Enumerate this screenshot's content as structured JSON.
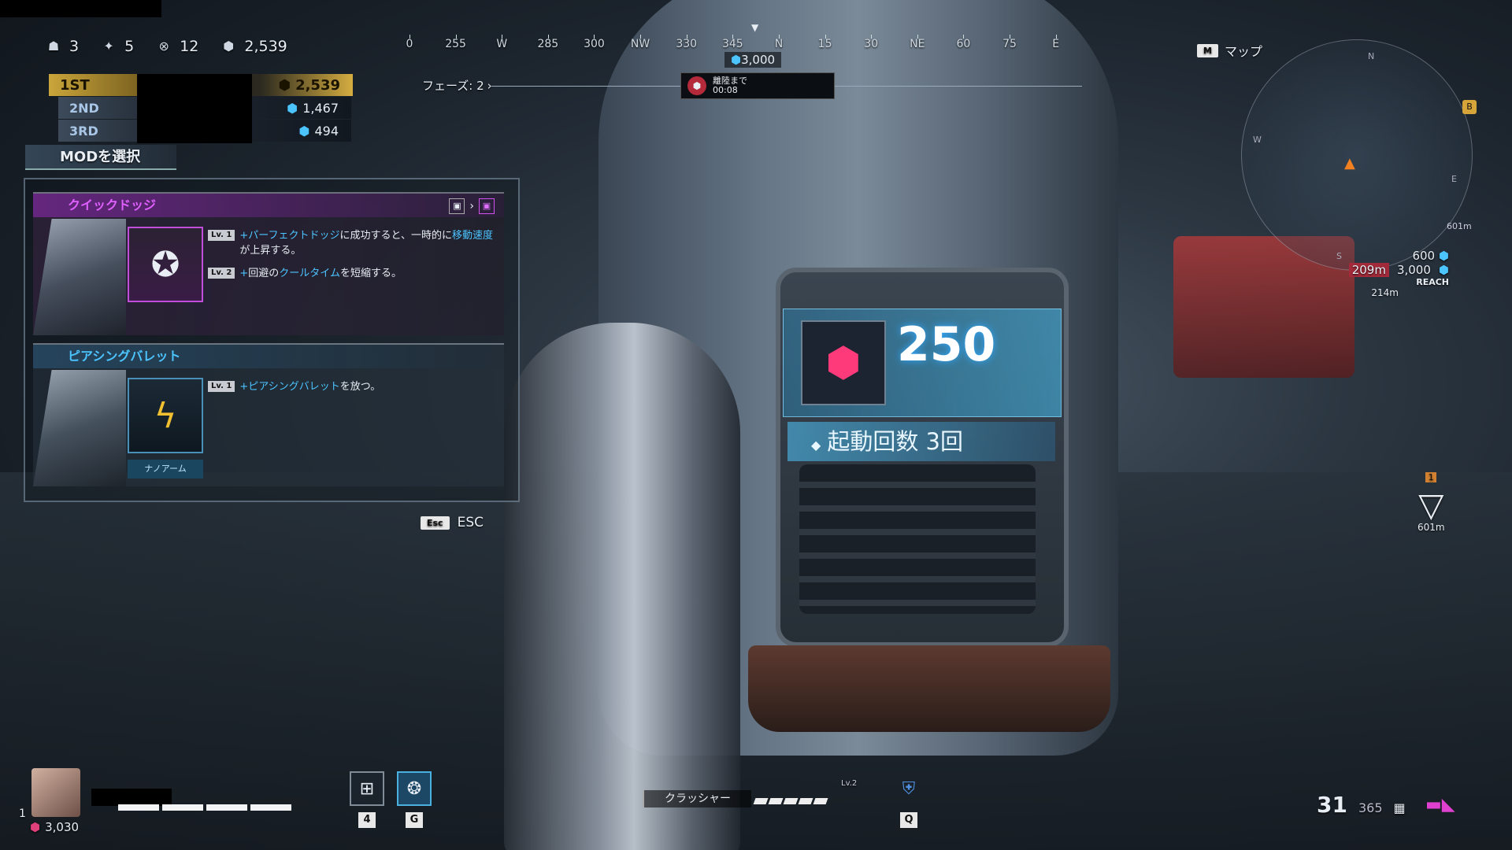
{
  "hud": {
    "stats": [
      {
        "icon": "squad-icon",
        "value": "3"
      },
      {
        "icon": "kill-icon",
        "value": "5"
      },
      {
        "icon": "target-icon",
        "value": "12"
      },
      {
        "icon": "currency-icon",
        "value": "2,539"
      }
    ],
    "ranking": [
      {
        "place": "1ST",
        "score": "2,539"
      },
      {
        "place": "2ND",
        "score": "1,467"
      },
      {
        "place": "3RD",
        "score": "494"
      }
    ],
    "compass": [
      "0",
      "255",
      "W",
      "285",
      "300",
      "NW",
      "330",
      "345",
      "N",
      "15",
      "30",
      "NE",
      "60",
      "75",
      "E"
    ],
    "compass_currency": "3,000",
    "phase_label": "フェーズ: 2",
    "timer_label": "離陸まで",
    "timer_value": "00:08",
    "map_key": "M",
    "map_label": "マップ",
    "objective": {
      "currency_small": "600",
      "distance": "209m",
      "currency_large": "3,000",
      "reach_label": "REACH",
      "distance_below": "214m"
    },
    "waypoint": {
      "rank": "1",
      "distance": "601m"
    },
    "minimap_labels": {
      "marker_b": "B",
      "north": "N",
      "west": "W",
      "east": "E",
      "south": "S",
      "distance": "601m"
    }
  },
  "mod_select": {
    "title": "MODを選択",
    "escape_key": "Esc",
    "escape_label": "ESC",
    "cards": [
      {
        "name": "クイックドッジ",
        "lines": [
          {
            "level": "Lv. 1",
            "prefix": "+",
            "h1": "パーフェクトドッジ",
            "mid": "に成功すると、一時的に",
            "h2": "移動速度",
            "suffix": "が上昇する。"
          },
          {
            "level": "Lv. 2",
            "prefix": "+",
            "h1": "",
            "mid": "回避の",
            "h2": "クールタイム",
            "suffix": "を短縮する。"
          }
        ]
      },
      {
        "name": "ピアシングバレット",
        "tag": "ナノアーム",
        "lines": [
          {
            "level": "Lv. 1",
            "prefix": "+",
            "h1": "ピアシングバレット",
            "mid": "",
            "h2": "",
            "suffix": "を放つ。"
          }
        ]
      }
    ]
  },
  "station": {
    "cost": "250",
    "activation_label": "起動回数 3回"
  },
  "player": {
    "level": "1",
    "shield_value": "3,030",
    "hp_fill": 0.9
  },
  "abilities": [
    {
      "key": "4",
      "icon": "medkit-icon"
    },
    {
      "key": "G",
      "icon": "eagle-icon"
    },
    {
      "key": "Q",
      "icon": "shield-icon"
    }
  ],
  "nano_arm": {
    "name": "クラッシャー",
    "level": "Lv.2"
  },
  "weapon": {
    "ammo": "31",
    "reserve": "365"
  }
}
